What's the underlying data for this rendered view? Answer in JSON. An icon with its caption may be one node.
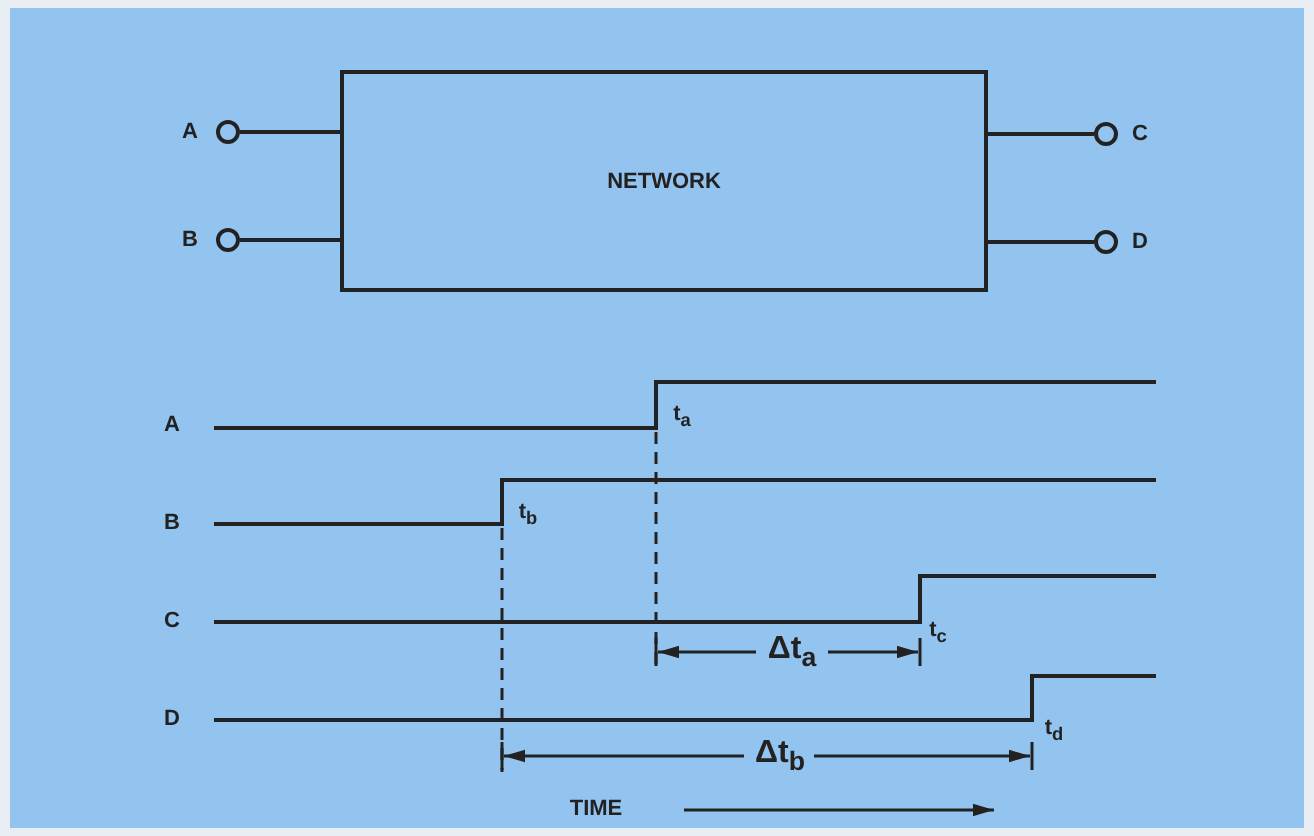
{
  "diagram": {
    "nodes": [
      {
        "text": [
          "NETWORK"
        ]
      },
      {
        "text": [],
        "shape": "circle",
        "beside": [
          "A"
        ]
      },
      {
        "text": [],
        "shape": "circle",
        "beside": [
          "B"
        ]
      },
      {
        "text": [],
        "shape": "circle",
        "beside": [
          "C"
        ]
      },
      {
        "text": [],
        "shape": "circle",
        "beside": [
          "D"
        ]
      }
    ],
    "edges": [
      {
        "from": 1,
        "to": 0,
        "arrow": "none"
      },
      {
        "from": 2,
        "to": 0,
        "arrow": "none"
      },
      {
        "from": 0,
        "to": 3,
        "arrow": "none"
      },
      {
        "from": 0,
        "to": 4,
        "arrow": "none"
      }
    ],
    "labels": [
      "A",
      "t$_{a}$",
      "B",
      "t$_{b}$",
      "C",
      "Δt$_{a}$",
      "t$_{c}$",
      "D",
      "t$_{d}$",
      "Δt$_{b}$",
      "TIME"
    ]
  }
}
